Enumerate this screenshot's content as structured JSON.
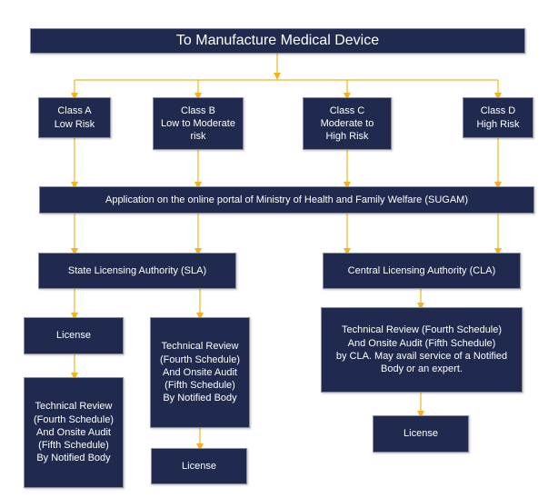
{
  "title": "To Manufacture Medical Device",
  "classes": [
    {
      "label": "Class A\nLow Risk"
    },
    {
      "label": "Class B\nLow to Moderate\nrisk"
    },
    {
      "label": "Class C\nModerate to\nHigh Risk"
    },
    {
      "label": "Class D\nHigh Risk"
    }
  ],
  "application": "Application on the online portal of Ministry of Health and Family Welfare (SUGAM)",
  "sla": "State Licensing Authority (SLA)",
  "cla": "Central Licensing Authority (CLA)",
  "sla_path_1": {
    "license": "License",
    "review": "Technical Review\n(Fourth Schedule)\nAnd Onsite Audit\n(Fifth Schedule)\nBy Notified Body"
  },
  "sla_path_2": {
    "review": "Technical Review\n(Fourth Schedule)\nAnd Onsite Audit\n(Fifth Schedule)\nBy Notified Body",
    "license": "License"
  },
  "cla_path": {
    "review": "Technical Review (Fourth Schedule)\nAnd Onsite Audit (Fifth Schedule)\nby CLA. May avail service of a Notified\nBody or an expert.",
    "license": "License"
  },
  "colors": {
    "box": "#1f2a4e",
    "arrow": "#f5b323",
    "text": "#ffffff"
  }
}
